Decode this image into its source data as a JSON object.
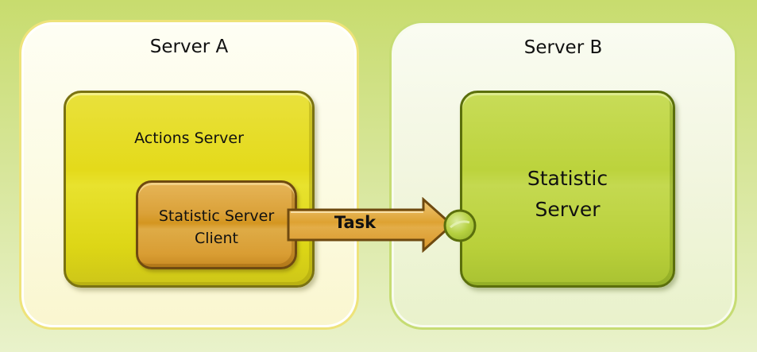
{
  "diagram": {
    "containers": [
      {
        "id": "server-a",
        "title": "Server A",
        "color": "#eee37a"
      },
      {
        "id": "server-b",
        "title": "Server B",
        "color": "#c6dc73"
      }
    ],
    "components": {
      "actions_server": {
        "label": "Actions Server",
        "color": "#e4da1a"
      },
      "stat_client": {
        "label_line1": "Statistic Server",
        "label_line2": "Client",
        "color": "#d99d33"
      },
      "stat_server": {
        "label_line1": "Statistic",
        "label_line2": "Server",
        "color": "#bcd33c"
      }
    },
    "connection": {
      "label": "Task",
      "from": "Statistic Server Client",
      "to": "Statistic Server",
      "arrow_color": "#e0a83a",
      "port_color": "#b5d040"
    }
  }
}
